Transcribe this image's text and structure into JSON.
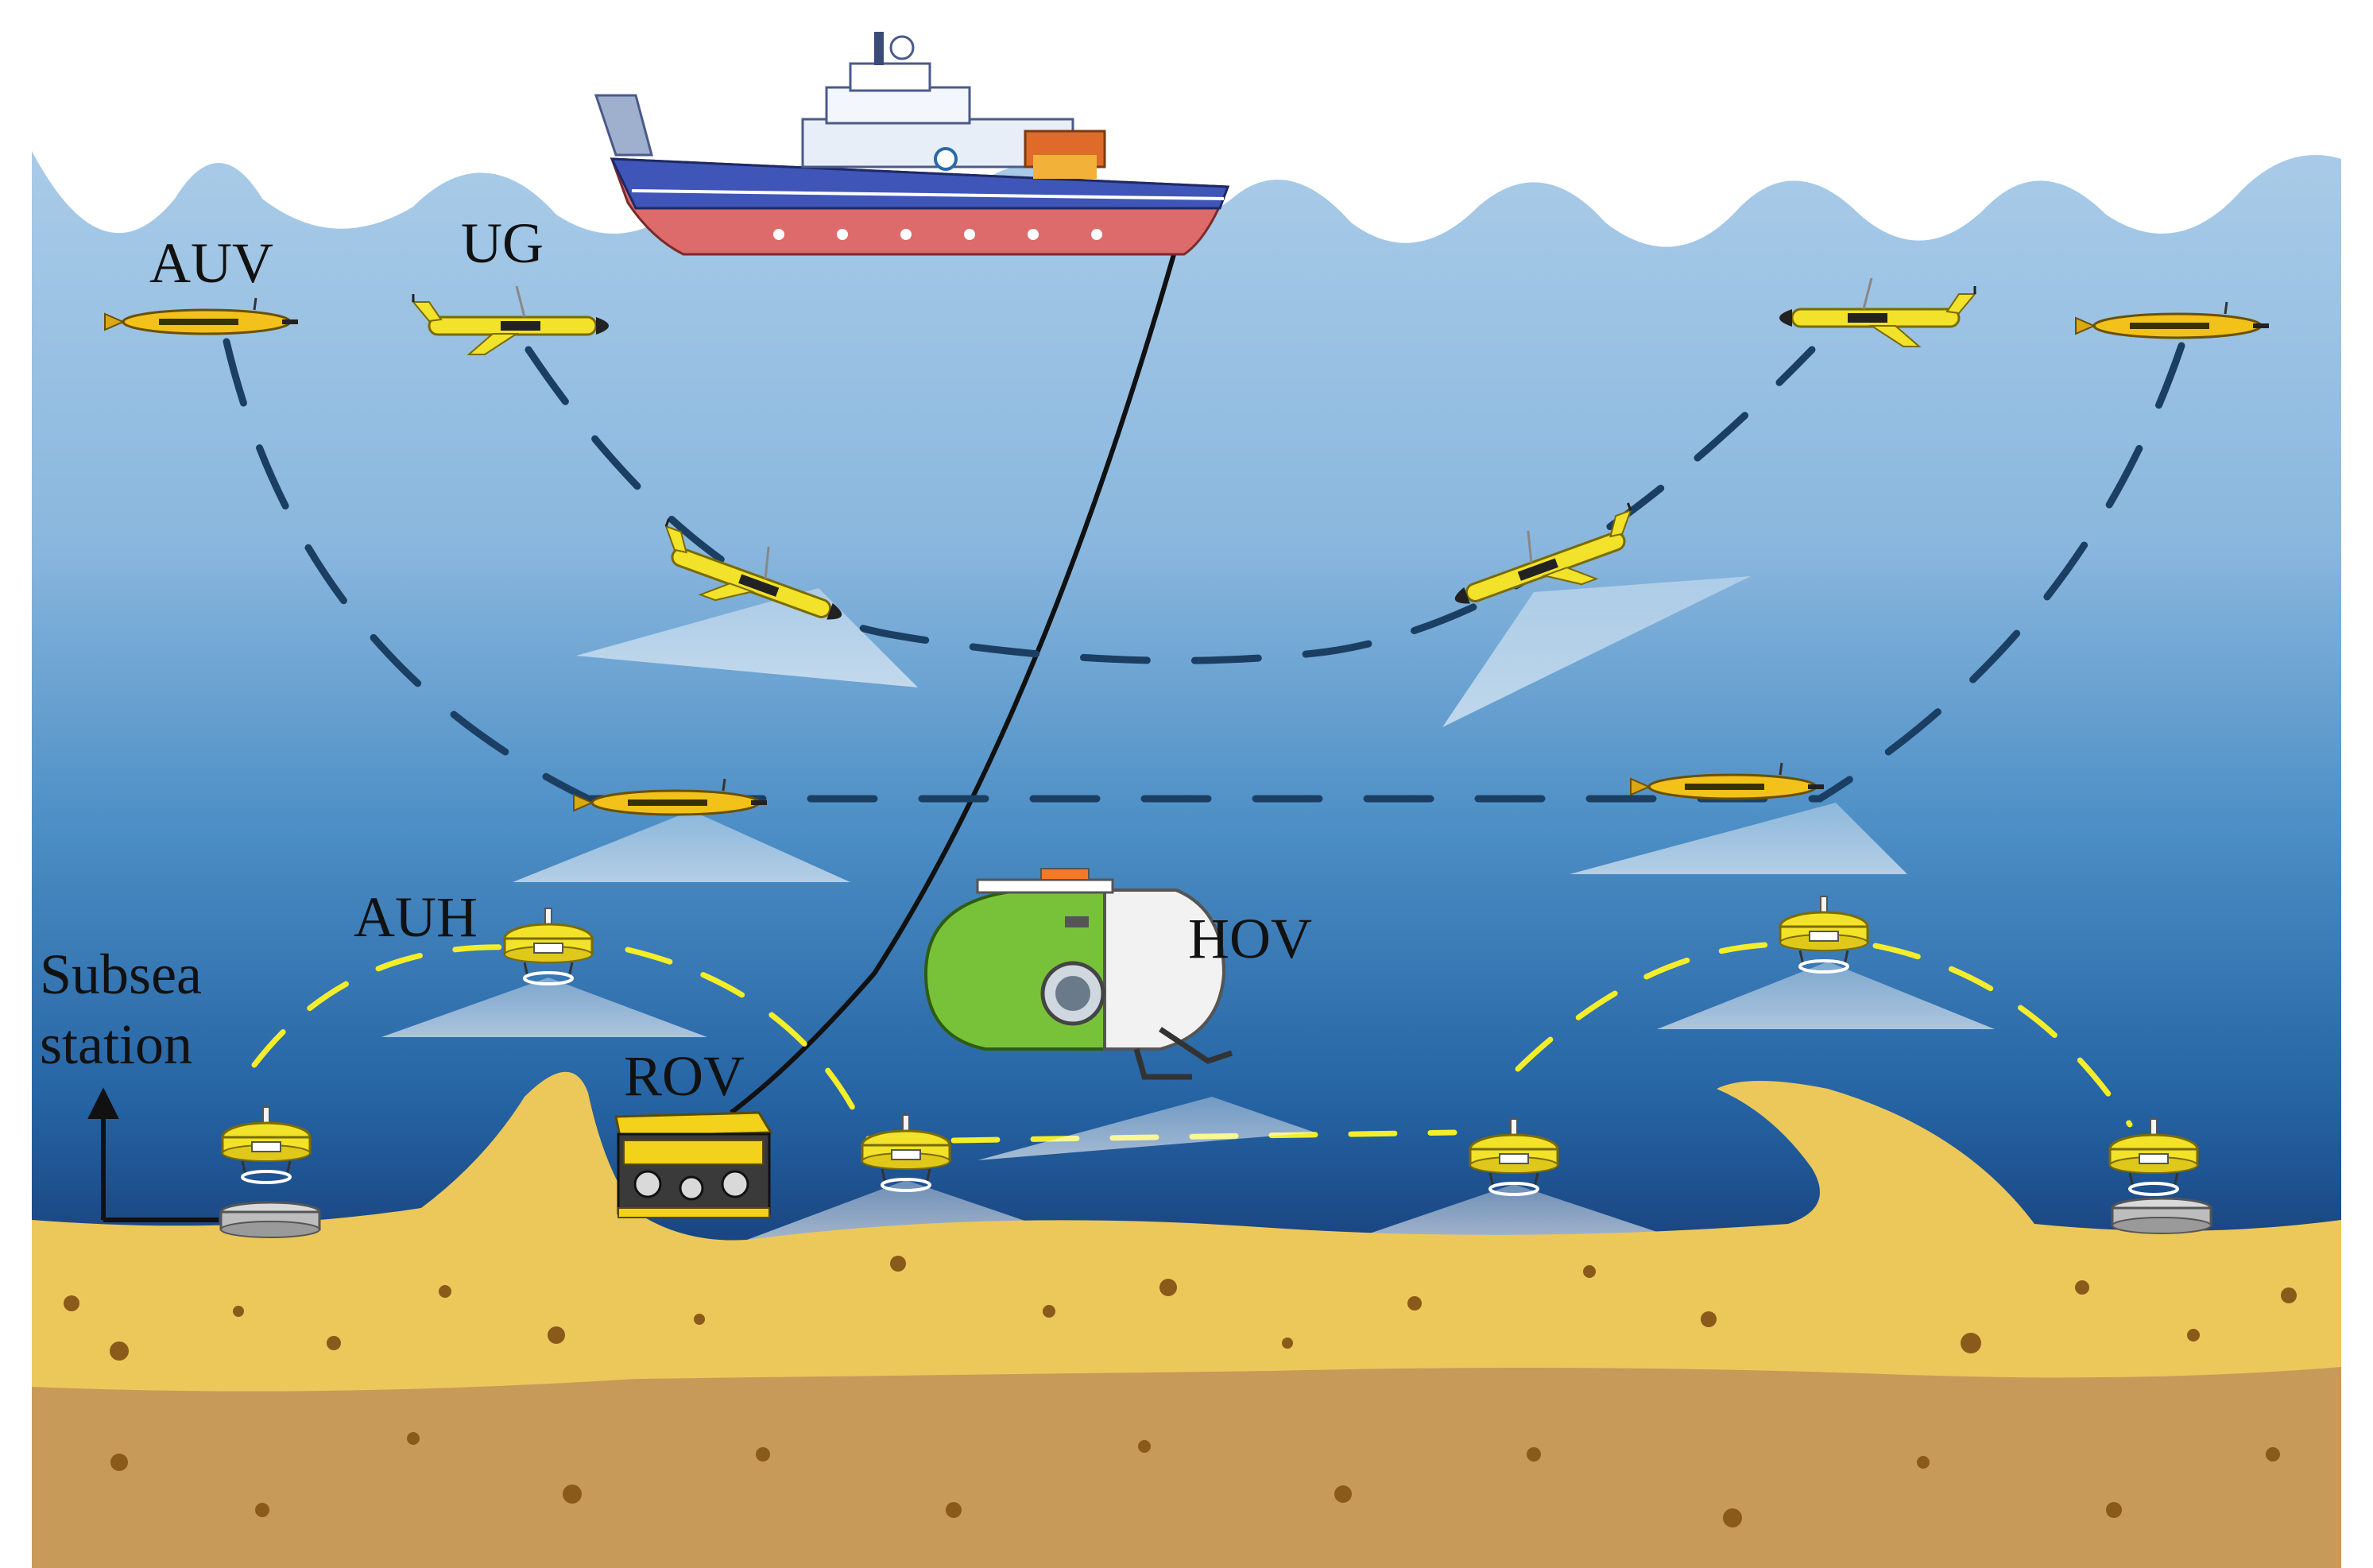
{
  "labels": {
    "auv": "AUV",
    "ug": "UG",
    "auh": "AUH",
    "hov": "HOV",
    "rov": "ROV",
    "subsea_line1": "Subsea",
    "subsea_line2": "station"
  },
  "colors": {
    "sky": "#ffffff",
    "water_top": "#a9cbe8",
    "water_mid": "#5f9fcf",
    "water_deep": "#1d4f8d",
    "seabed_light": "#ecc85a",
    "seabed_dark": "#c79a5a",
    "vehicle_yellow": "#f2e22a",
    "path_dark": "#1b3f63",
    "path_yellow": "#f4ee2a",
    "hov_green": "#78c23a"
  },
  "icons": {
    "ship": "research-vessel-icon",
    "auv": "auv-torpedo-icon",
    "glider": "underwater-glider-icon",
    "auh": "auh-hovering-vehicle-icon",
    "rov": "rov-frame-icon",
    "hov": "manned-submersible-icon",
    "station": "subsea-docking-station-icon"
  }
}
